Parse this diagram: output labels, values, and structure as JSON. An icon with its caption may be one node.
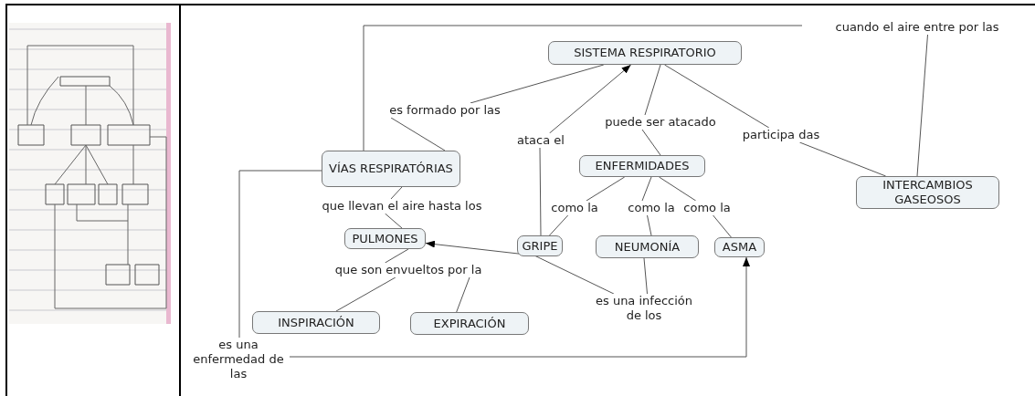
{
  "diagram": {
    "nodes": [
      {
        "text": [
          "SISTEMA RESPIRATORIO"
        ]
      },
      {
        "text": [
          "VÍAS RESPIRATÓRIAS"
        ]
      },
      {
        "text": [
          "ENFERMIDADES"
        ]
      },
      {
        "text": [
          "INTERCAMBIOS GASEOSOS"
        ]
      },
      {
        "text": [
          "PULMONES"
        ]
      },
      {
        "text": [
          "GRIPE"
        ]
      },
      {
        "text": [
          "NEUMONÍA"
        ]
      },
      {
        "text": [
          "ASMA"
        ]
      },
      {
        "text": [
          "INSPIRACIÓN"
        ]
      },
      {
        "text": [
          "EXPIRACIÓN"
        ]
      },
      {
        "text": [
          "es formado por las"
        ]
      },
      {
        "text": [
          "ataca el"
        ]
      },
      {
        "text": [
          "puede ser atacado"
        ]
      },
      {
        "text": [
          "participa das"
        ]
      },
      {
        "text": [
          "cuando el aire entre por las"
        ]
      },
      {
        "text": [
          "que llevan el aire hasta los"
        ]
      },
      {
        "text": [
          "como la"
        ]
      },
      {
        "text": [
          "como la"
        ]
      },
      {
        "text": [
          "como la"
        ]
      },
      {
        "text": [
          "que son envueltos por la"
        ]
      },
      {
        "text": [
          "es una infección de los"
        ]
      },
      {
        "text": [
          "es una enfermedad de las"
        ]
      }
    ],
    "edges": [
      {
        "from": 0,
        "to": 10,
        "arrow": "none"
      },
      {
        "from": 10,
        "to": 1,
        "arrow": "none"
      },
      {
        "from": 5,
        "to": 11,
        "arrow": "none"
      },
      {
        "from": 11,
        "to": 0,
        "arrow": "to"
      },
      {
        "from": 0,
        "to": 12,
        "arrow": "none"
      },
      {
        "from": 12,
        "to": 2,
        "arrow": "none"
      },
      {
        "from": 0,
        "to": 13,
        "arrow": "none"
      },
      {
        "from": 13,
        "to": 3,
        "arrow": "none"
      },
      {
        "from": 1,
        "to": 14,
        "arrow": "none"
      },
      {
        "from": 14,
        "to": 3,
        "arrow": "none"
      },
      {
        "from": 1,
        "to": 15,
        "arrow": "none"
      },
      {
        "from": 15,
        "to": 4,
        "arrow": "none"
      },
      {
        "from": 2,
        "to": 16,
        "arrow": "none"
      },
      {
        "from": 16,
        "to": 5,
        "arrow": "none"
      },
      {
        "from": 2,
        "to": 17,
        "arrow": "none"
      },
      {
        "from": 17,
        "to": 6,
        "arrow": "none"
      },
      {
        "from": 2,
        "to": 18,
        "arrow": "none"
      },
      {
        "from": 18,
        "to": 7,
        "arrow": "none"
      },
      {
        "from": 4,
        "to": 19,
        "arrow": "none"
      },
      {
        "from": 19,
        "to": 8,
        "arrow": "none"
      },
      {
        "from": 19,
        "to": 9,
        "arrow": "none"
      },
      {
        "from": 6,
        "to": 20,
        "arrow": "none"
      },
      {
        "from": 20,
        "to": 4,
        "arrow": "to"
      },
      {
        "from": 1,
        "to": 21,
        "arrow": "none"
      },
      {
        "from": 21,
        "to": 7,
        "arrow": "to"
      }
    ]
  }
}
